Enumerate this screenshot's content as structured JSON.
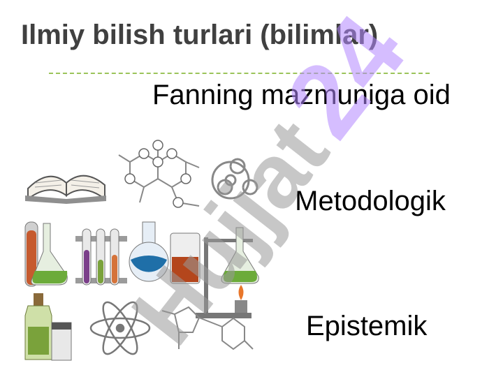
{
  "slide": {
    "title": "Ilmiy bilish turlari (bilimlar)",
    "items": [
      {
        "text": "Fanning mazmuniga oid"
      },
      {
        "text": "Metodologik"
      },
      {
        "text": "Epistemik"
      }
    ]
  },
  "watermark": {
    "text": "Hujjat 24",
    "color": "#b388ff"
  },
  "colors": {
    "title": "#404040",
    "divider": "#9bc45a"
  }
}
